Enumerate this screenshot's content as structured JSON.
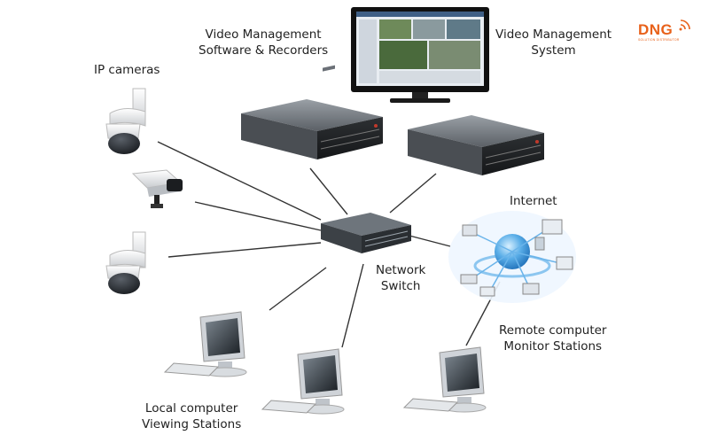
{
  "labels": {
    "ip_cameras": "IP cameras",
    "vms_recorders_line1": "Video Management",
    "vms_recorders_line2": "Software & Recorders",
    "vms_system_line1": "Video Management",
    "vms_system_line2": "System",
    "internet": "Internet",
    "network_switch_line1": "Network",
    "network_switch_line2": "Switch",
    "remote_line1": "Remote computer",
    "remote_line2": "Monitor Stations",
    "local_line1": "Local computer",
    "local_line2": "Viewing Stations"
  },
  "logo": {
    "text": "DNG",
    "tagline": "SOLUTION DISTRIBUTOR",
    "color": "#e8611a"
  },
  "colors": {
    "line": "#333333",
    "accent": "#e8611a"
  }
}
